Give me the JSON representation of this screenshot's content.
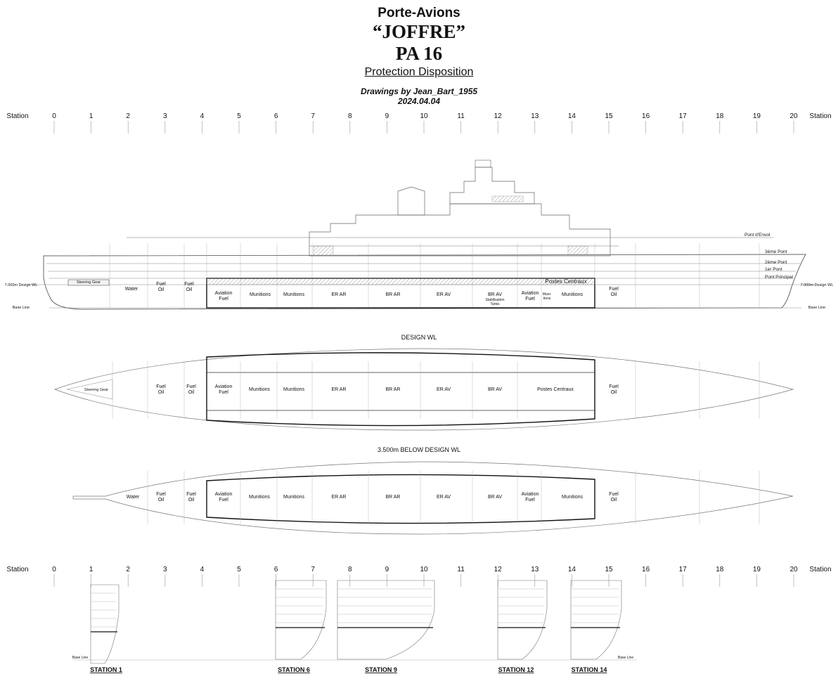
{
  "header": {
    "line1": "Porte-Avions",
    "line2": "“JOFFRE”",
    "line3": "PA 16",
    "subtitle": "Protection Disposition",
    "credit": "Drawings by Jean_Bart_1955",
    "date": "2024.04.04"
  },
  "station_label": "Station",
  "stations": [
    "0",
    "1",
    "2",
    "3",
    "4",
    "5",
    "6",
    "7",
    "8",
    "9",
    "10",
    "11",
    "12",
    "13",
    "14",
    "15",
    "16",
    "17",
    "18",
    "19",
    "20"
  ],
  "profile": {
    "decks": [
      "Pont d'Envol",
      "3ème Pont",
      "2ème Pont",
      "1er Pont",
      "Pont Principal"
    ],
    "design_wl_left": "7.000m Design WL",
    "design_wl_right": "7.000m Design WL",
    "base_line_left": "Base Line",
    "base_line_right": "Base Line",
    "compartments": [
      "Water",
      "Fuel\nOil",
      "Fuel\nOil",
      "Aviation\nFuel",
      "Munitions",
      "Munitions",
      "ER AR",
      "BR AR",
      "ER AV",
      "BR AV",
      "Aviation\nFuel",
      "Muni-\ntions",
      "Munitions",
      "Fuel\nOil"
    ],
    "postes": "Postes Centraux",
    "steering": "Steering Gear",
    "stabilisation": "Stabilisation\nTanks"
  },
  "plan_design_wl": {
    "title": "DESIGN WL",
    "compartments": [
      "Steering Gear",
      "Fuel\nOil",
      "Fuel\nOil",
      "Aviation\nFuel",
      "Munitions",
      "Munitions",
      "ER AR",
      "BR AR",
      "ER AV",
      "BR AV",
      "Postes Centraux",
      "Fuel\nOil"
    ]
  },
  "plan_below_wl": {
    "title": "3.500m BELOW DESIGN WL",
    "compartments": [
      "Water",
      "Fuel\nOil",
      "Fuel\nOil",
      "Aviation\nFuel",
      "Munitions",
      "Munitions",
      "ER AR",
      "BR AR",
      "ER AV",
      "BR AV",
      "Aviation\nFuel",
      "Munitions",
      "Fuel\nOil"
    ]
  },
  "sections": {
    "labels": [
      "STATION 1",
      "STATION 6",
      "STATION 9",
      "STATION 12",
      "STATION 14"
    ],
    "base_line_left": "Base Line",
    "base_line_right": "Base Line"
  }
}
